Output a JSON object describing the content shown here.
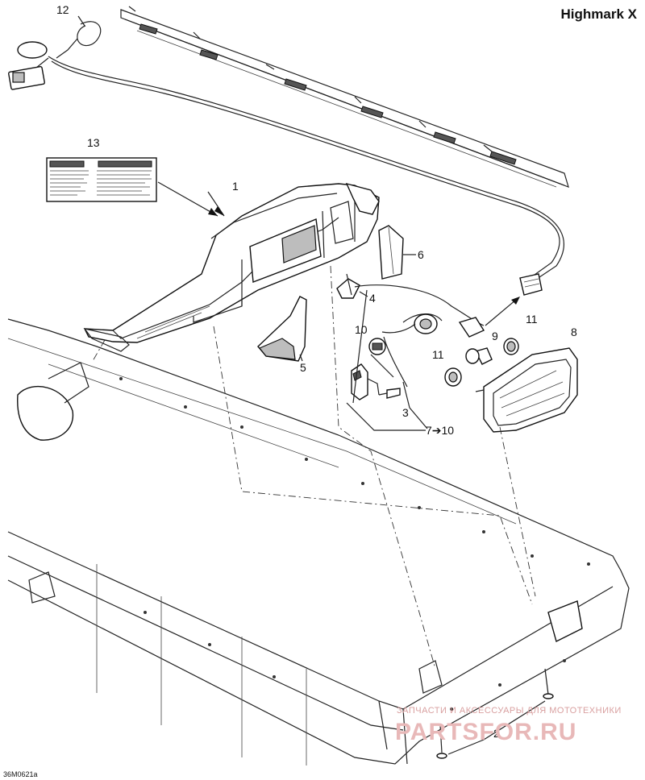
{
  "header": {
    "model": "Highmark X"
  },
  "callouts": {
    "c1": "1",
    "c2": "2",
    "c3": "3",
    "c4": "4",
    "c5": "5",
    "c6": "6",
    "c7_10": "7➔10",
    "c8": "8",
    "c9": "9",
    "c10": "10",
    "c11a": "11",
    "c11b": "11",
    "c12": "12",
    "c13": "13"
  },
  "footer": {
    "drawing_code": "36M0621a"
  },
  "watermark": {
    "line1": "ЗАПЧАСТИ И АКСЕССУАРЫ ДЛЯ МОТОТЕХНИКИ",
    "line2": "PARTSFOR.RU"
  }
}
